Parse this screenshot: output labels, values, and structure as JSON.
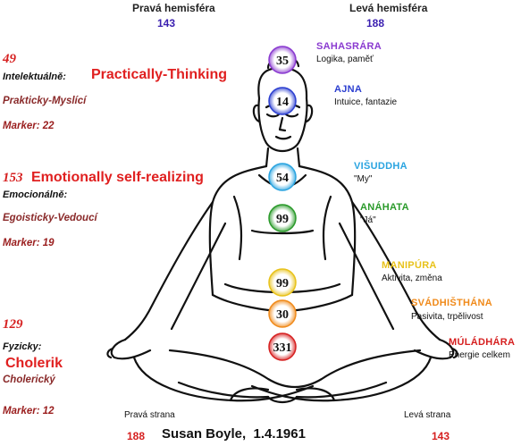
{
  "header": {
    "right_hemisphere": {
      "label": "Pravá hemisféra",
      "value": "143"
    },
    "left_hemisphere": {
      "label": "Levá hemisféra",
      "value": "188"
    }
  },
  "sections": [
    {
      "number": "49",
      "label": "Intelektuálně:",
      "english": "Practically-Thinking",
      "czech": "Prakticky-Myslící",
      "marker": "Marker: 22"
    },
    {
      "number": "153",
      "label": "Emocionálně:",
      "english": "Emotionally self-realizing",
      "czech": "Egoisticky-Vedoucí",
      "marker": "Marker: 19"
    },
    {
      "number": "129",
      "label": "Fyzicky:",
      "english": "Cholerik",
      "czech": "Cholerický",
      "marker": "Marker: 12"
    }
  ],
  "chakras": [
    {
      "value": "35",
      "name": "SAHASRÁRA",
      "desc": "Logika, paměť",
      "color": "#8a3ad0"
    },
    {
      "value": "14",
      "name": "AJNA",
      "desc": "Intuice, fantazie",
      "color": "#2c3fd0"
    },
    {
      "value": "54",
      "name": "VIŠUDDHA",
      "desc": "\"My\"",
      "color": "#2aa4e0"
    },
    {
      "value": "99",
      "name": "ANÁHATA",
      "desc": "\"Já\"",
      "color": "#2a9a2a"
    },
    {
      "value": "99",
      "name": "MANIPÚRA",
      "desc": "Aktivita, změna",
      "color": "#e8c21a"
    },
    {
      "value": "30",
      "name": "SVÁDHIŠTHÁNA",
      "desc": "Pasivita, trpělivost",
      "color": "#f08a1a"
    },
    {
      "value": "331",
      "name": "MÚLÁDHÁRA",
      "desc": "Energie celkem",
      "color": "#d62020"
    }
  ],
  "footer": {
    "right_side": {
      "label": "Pravá strana",
      "value": "188"
    },
    "left_side": {
      "label": "Levá strana",
      "value": "143"
    },
    "name": "Susan Boyle",
    "date": "1.4.1961"
  }
}
